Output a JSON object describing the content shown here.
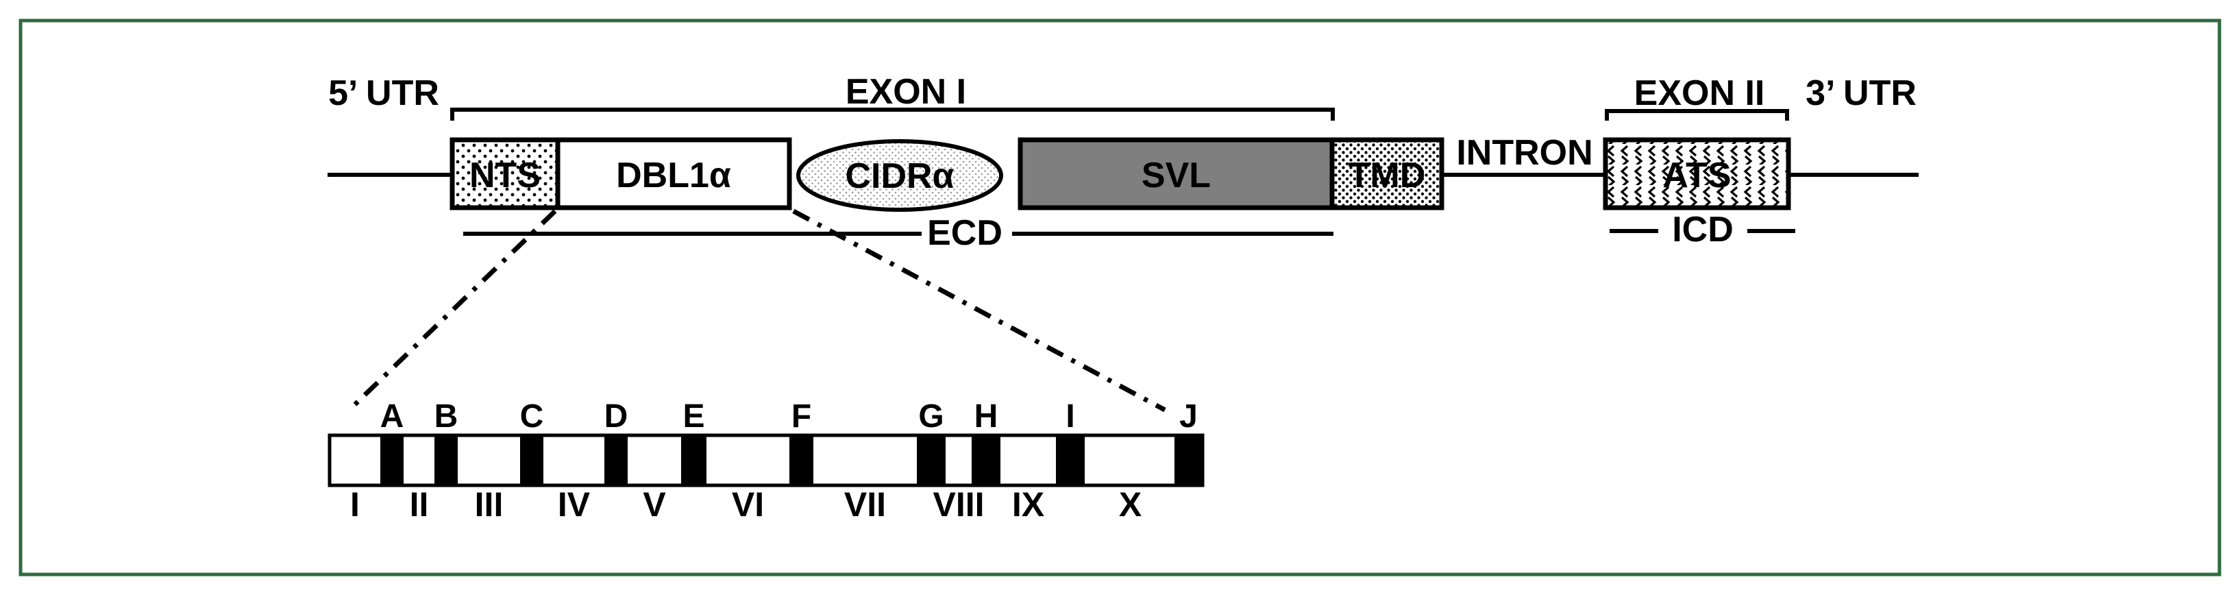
{
  "figure": {
    "labels": {
      "utr5": "5’ UTR",
      "exon1": "EXON I",
      "intron": "INTRON",
      "exon2": "EXON II",
      "utr3": "3’ UTR",
      "ecd": "ECD",
      "icd": "ICD"
    },
    "gene_domains": [
      {
        "id": "nts",
        "label": "NTS",
        "shape": "rect",
        "fill": "stipple-dots"
      },
      {
        "id": "dbl1a",
        "label": "DBL1α",
        "shape": "rect",
        "fill": "white"
      },
      {
        "id": "cidra",
        "label": "CIDRα",
        "shape": "ellipse",
        "fill": "stipple-fine"
      },
      {
        "id": "svl",
        "label": "SVL",
        "shape": "rect",
        "fill": "gray"
      },
      {
        "id": "tmd",
        "label": "TMD",
        "shape": "rect",
        "fill": "stipple-dense"
      },
      {
        "id": "ats",
        "label": "ATS",
        "shape": "rect",
        "fill": "stipple-chevron"
      }
    ],
    "dbl1a_detail": {
      "blocks": [
        "A",
        "B",
        "C",
        "D",
        "E",
        "F",
        "G",
        "H",
        "I",
        "J"
      ],
      "regions": [
        "I",
        "II",
        "III",
        "IV",
        "V",
        "VI",
        "VII",
        "VIII",
        "IX",
        "X"
      ]
    },
    "colors": {
      "frame": "#2e6a3e",
      "ink": "#000000",
      "svl_fill": "#7f7f7f",
      "background": "#ffffff",
      "fine_dot": "#9a9a9a"
    }
  }
}
